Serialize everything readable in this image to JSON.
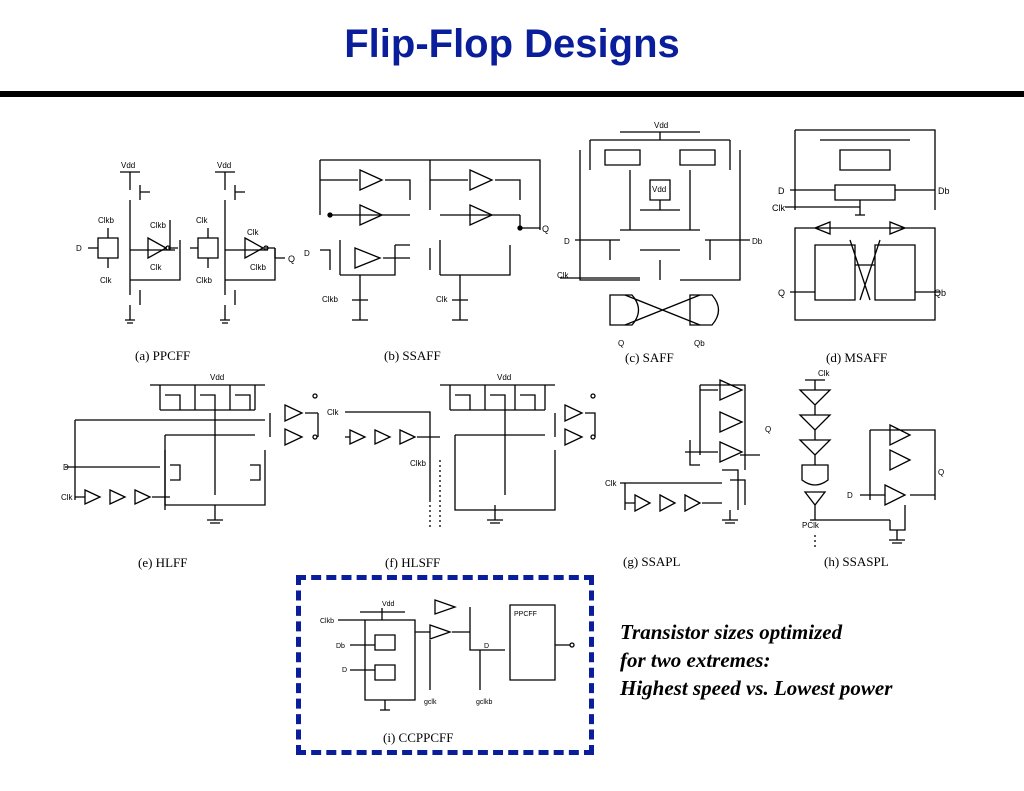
{
  "slide": {
    "title": "Flip-Flop Designs"
  },
  "panels": {
    "a": {
      "caption": "(a) PPCFF"
    },
    "b": {
      "caption": "(b) SSAFF"
    },
    "c": {
      "caption": "(c) SAFF"
    },
    "d": {
      "caption": "(d) MSAFF"
    },
    "e": {
      "caption": "(e) HLFF"
    },
    "f": {
      "caption": "(f) HLSFF"
    },
    "g": {
      "caption": "(g) SSAPL"
    },
    "h": {
      "caption": "(h) SSASPL"
    },
    "i": {
      "caption": "(i) CCPPCFF",
      "block_label": "PPCFF"
    }
  },
  "labels": {
    "vdd": "Vdd",
    "clk": "Clk",
    "clkb": "Clkb",
    "d": "D",
    "q": "Q",
    "qb": "Qb",
    "db": "Db",
    "pclk": "PClk",
    "gclk": "gclk",
    "gclkb": "gclkb"
  },
  "note": {
    "line1": "Transistor sizes optimized",
    "line2": "for two extremes:",
    "line3": "Highest speed vs. Lowest power"
  },
  "colors": {
    "title": "#0a1e9c",
    "highlight_box": "#0a1e9c",
    "schematic": "#000000"
  }
}
